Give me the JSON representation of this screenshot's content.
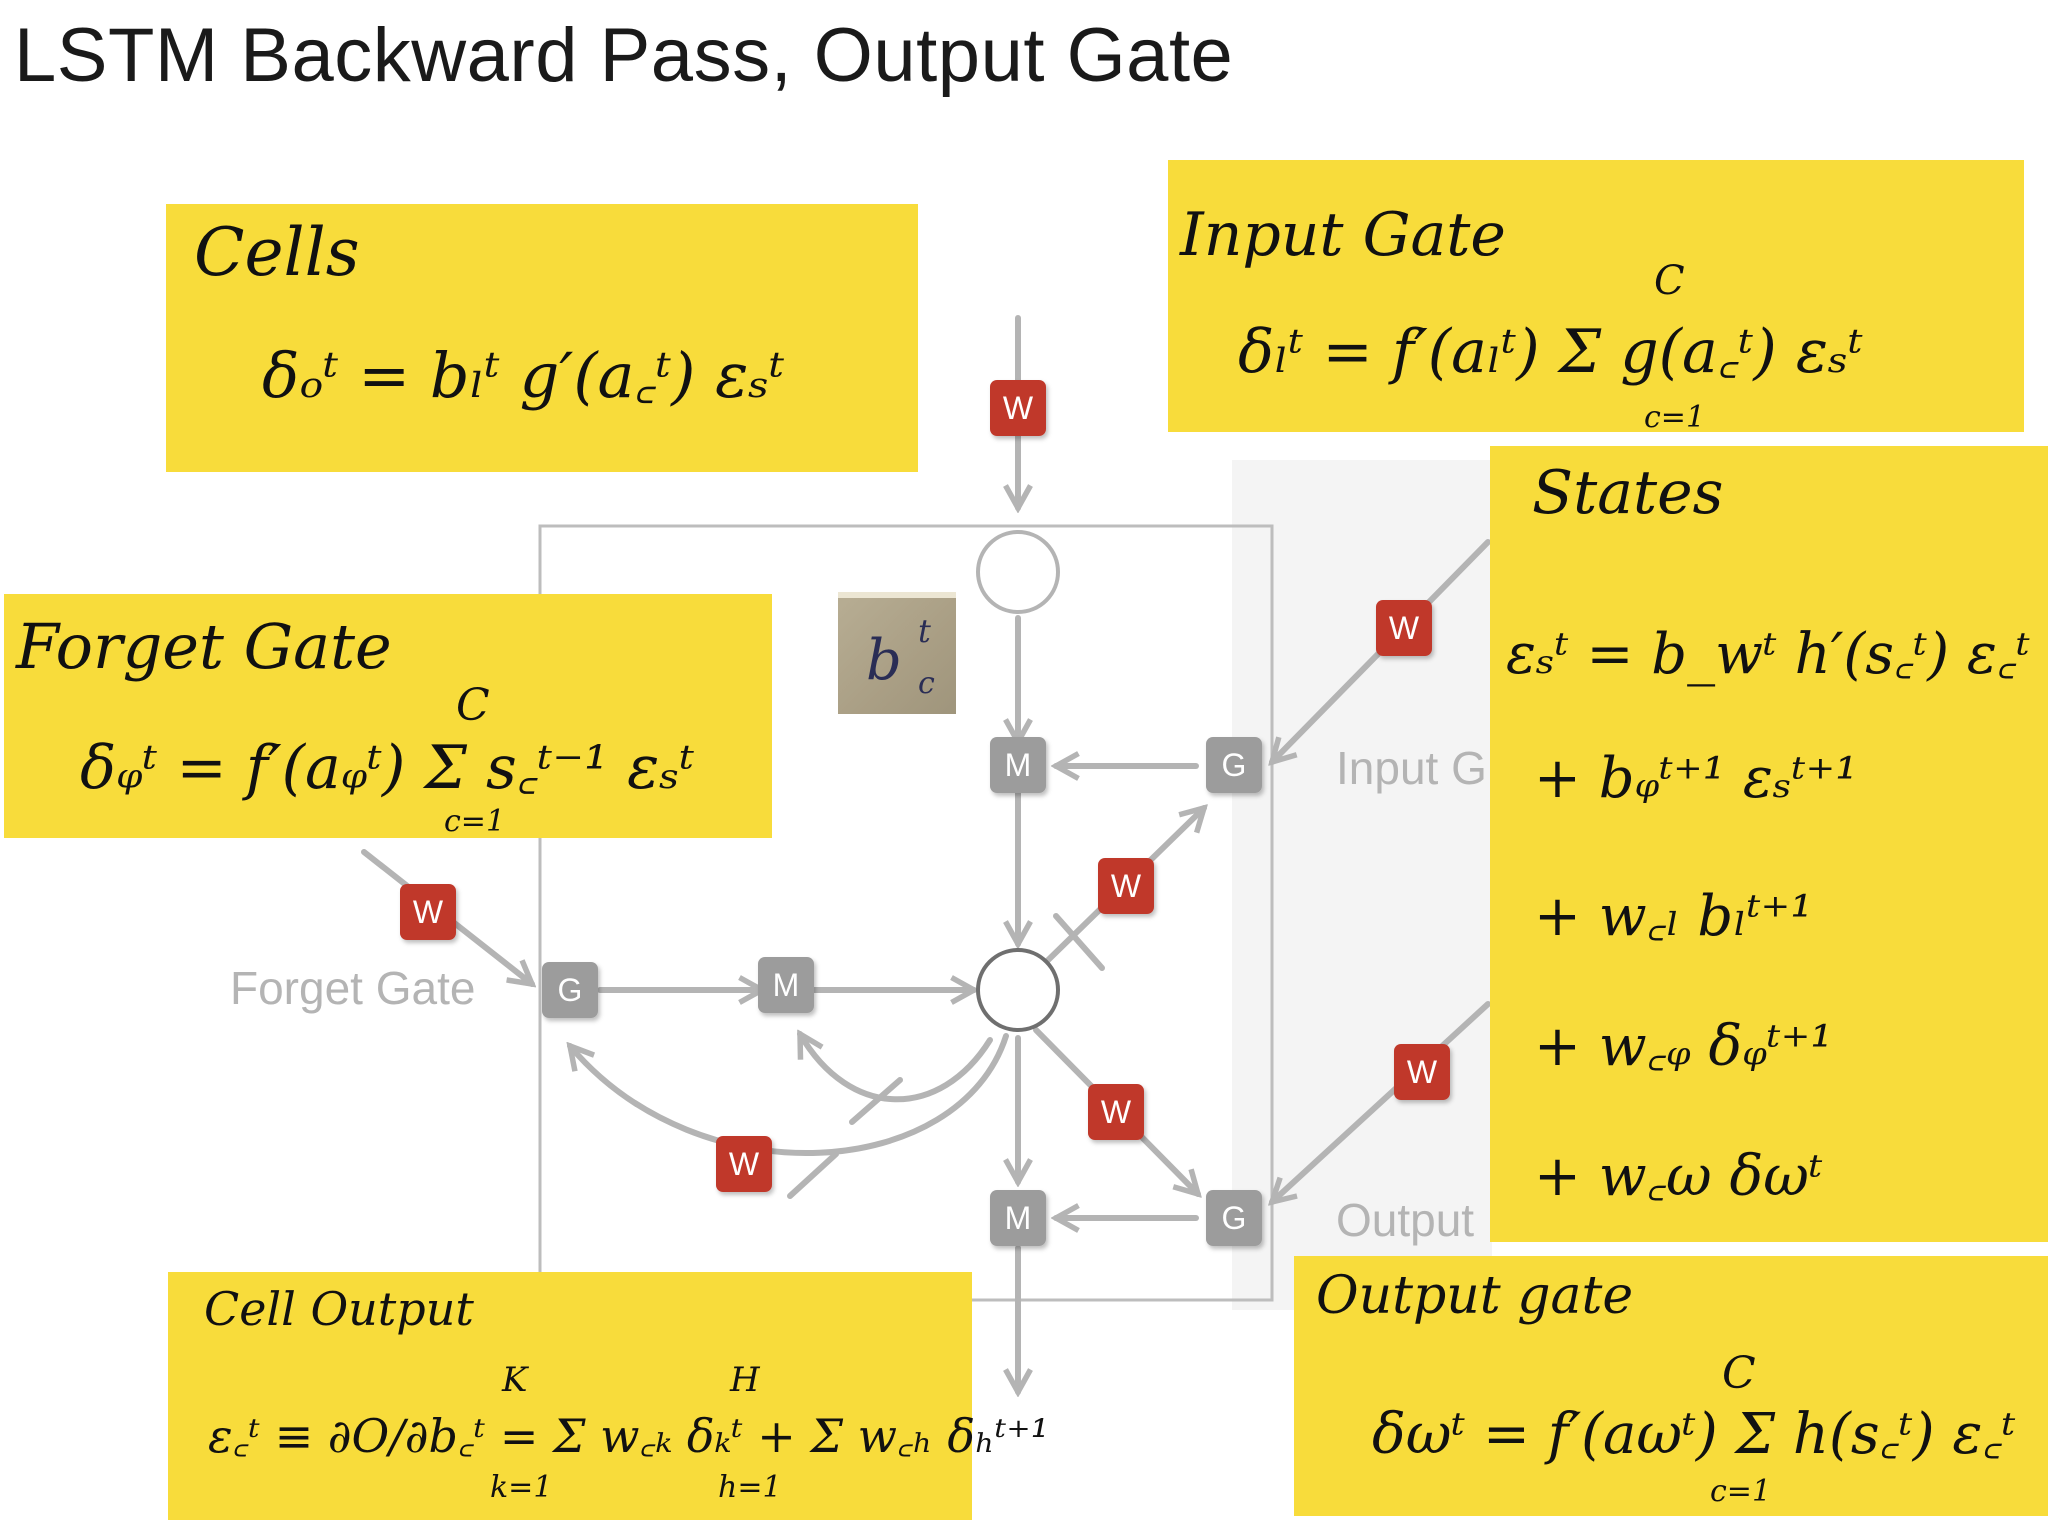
{
  "title": "LSTM Backward Pass,  Output Gate",
  "diagram": {
    "weight_label": "W",
    "multiply_label": "M",
    "gate_label": "G",
    "forget_gate_label": "Forget Gate",
    "input_gate_label": "Input G",
    "output_gate_label": "Output",
    "colors": {
      "weight_box": "#c0392b",
      "node_box": "#9c9c9c",
      "arrow": "#b4b4b4",
      "cell_border": "#bdbdbd",
      "note_yellow": "#f8dc3b",
      "faded_text": "#b4b4b4"
    }
  },
  "photo_note": {
    "base": "b",
    "sup": "t",
    "sub": "c"
  },
  "notes": {
    "cells": {
      "heading": "Cells",
      "equation": "δₒᵗ = bₗᵗ g′(a꜀ᵗ) εₛᵗ"
    },
    "input_gate": {
      "heading": "Input Gate",
      "equation": "δₗᵗ = f′(aₗᵗ) Σ g(a꜀ᵗ) εₛᵗ",
      "sum_top": "C",
      "sum_bottom": "c=1"
    },
    "forget_gate": {
      "heading": "Forget Gate",
      "equation": "δᵩᵗ = f′(aᵩᵗ) Σ s꜀ᵗ⁻¹ εₛᵗ",
      "sum_top": "C",
      "sum_bottom": "c=1"
    },
    "states": {
      "heading": "States",
      "lines": [
        "εₛᵗ = b_wᵗ h′(s꜀ᵗ) ε꜀ᵗ",
        "+   bᵩᵗ⁺¹ εₛᵗ⁺¹",
        "+   w꜀ₗ bₗᵗ⁺¹",
        "+   w꜀ᵩ δᵩᵗ⁺¹",
        "+   w꜀ω δωᵗ"
      ]
    },
    "cell_output": {
      "heading": "Cell Output",
      "equation": "ε꜀ᵗ ≡ ∂O/∂b꜀ᵗ = Σ w꜀ₖ δₖᵗ + Σ w꜀ₕ δₕᵗ⁺¹",
      "sum1_top": "K",
      "sum1_bottom": "k=1",
      "sum2_top": "H",
      "sum2_bottom": "h=1"
    },
    "output_gate": {
      "heading": "Output gate",
      "equation": "δωᵗ = f′(aωᵗ) Σ h(s꜀ᵗ) ε꜀ᵗ",
      "sum_top": "C",
      "sum_bottom": "c=1"
    }
  }
}
